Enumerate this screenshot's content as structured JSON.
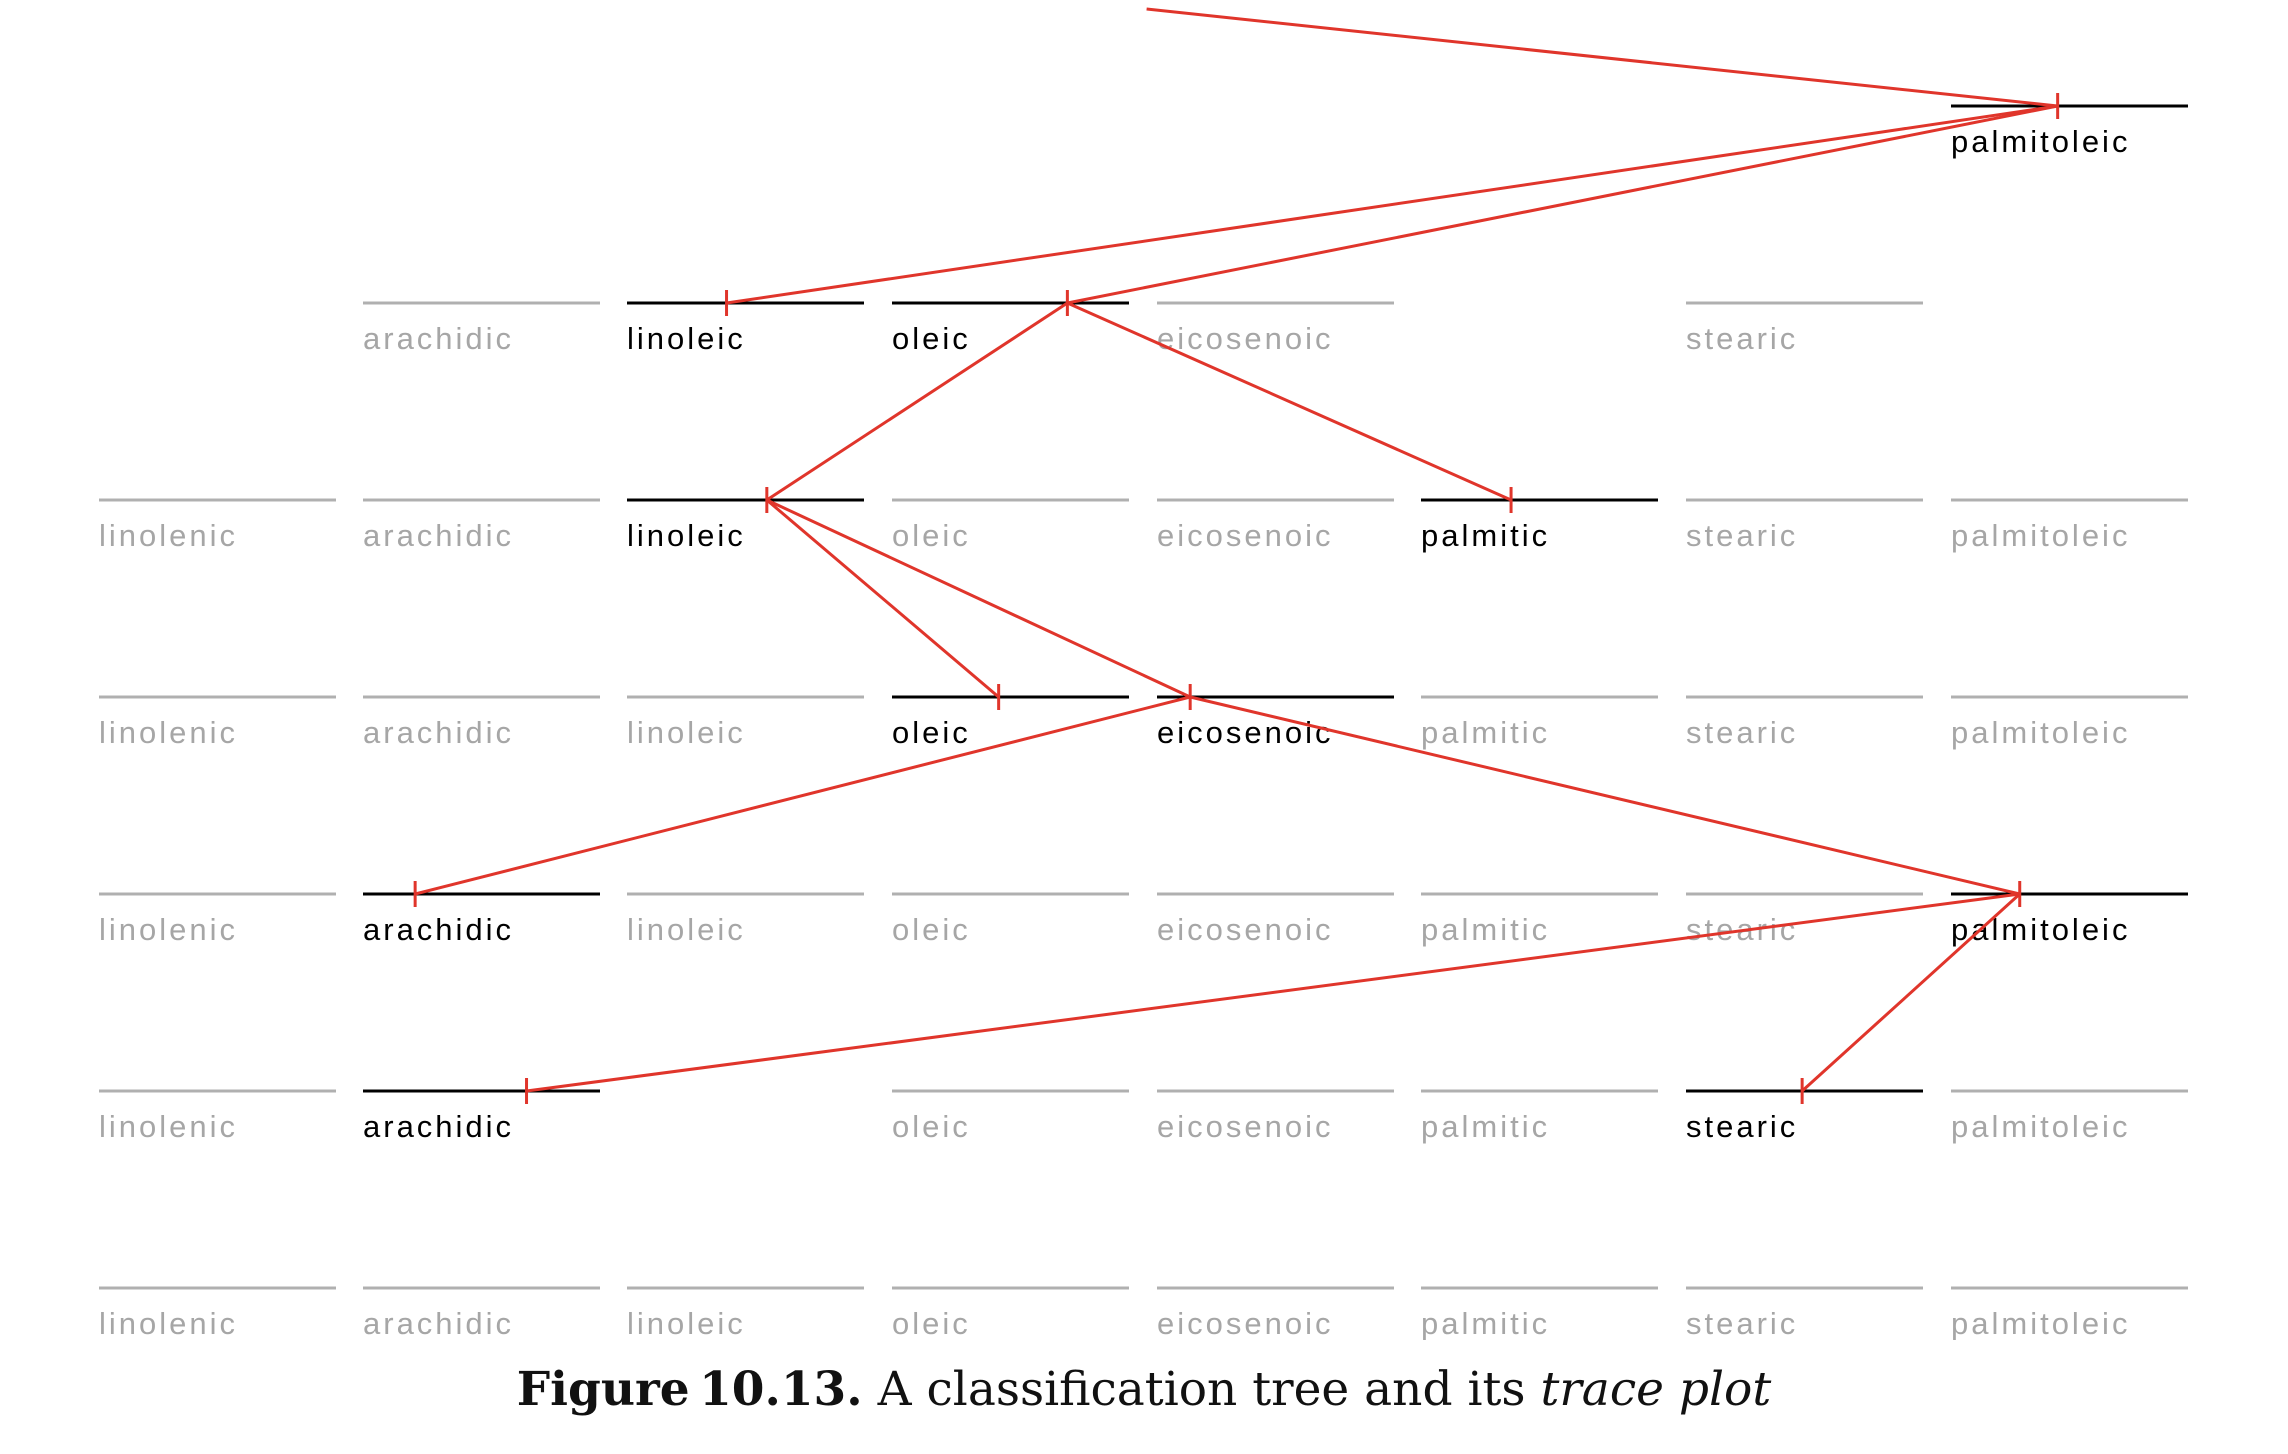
{
  "colors": {
    "trace": "#e0352b",
    "active_axis": "#000000",
    "inactive_axis": "#b0b0b0",
    "inactive_label": "#a6a6a6"
  },
  "variables": [
    "linolenic",
    "arachidic",
    "linoleic",
    "oleic",
    "eicosenoic",
    "palmitic",
    "stearic",
    "palmitoleic"
  ],
  "levels": [
    {
      "axes": [
        {
          "label": "palmitoleic",
          "active": true,
          "ticks": [
            0.45
          ]
        }
      ]
    },
    {
      "axes": [
        {
          "label": "arachidic",
          "active": false,
          "ticks": []
        },
        {
          "label": "linoleic",
          "active": true,
          "ticks": [
            0.42
          ]
        },
        {
          "label": "oleic",
          "active": true,
          "ticks": [
            0.74
          ]
        },
        {
          "label": "eicosenoic",
          "active": false,
          "ticks": []
        },
        {
          "label": "stearic",
          "active": false,
          "ticks": []
        }
      ]
    },
    {
      "axes": [
        {
          "label": "linolenic",
          "active": false,
          "ticks": []
        },
        {
          "label": "arachidic",
          "active": false,
          "ticks": []
        },
        {
          "label": "linoleic",
          "active": true,
          "ticks": [
            0.59
          ]
        },
        {
          "label": "oleic",
          "active": false,
          "ticks": []
        },
        {
          "label": "eicosenoic",
          "active": false,
          "ticks": []
        },
        {
          "label": "palmitic",
          "active": true,
          "ticks": [
            0.38
          ]
        },
        {
          "label": "stearic",
          "active": false,
          "ticks": []
        },
        {
          "label": "palmitoleic",
          "active": false,
          "ticks": []
        }
      ]
    },
    {
      "axes": [
        {
          "label": "linolenic",
          "active": false,
          "ticks": []
        },
        {
          "label": "arachidic",
          "active": false,
          "ticks": []
        },
        {
          "label": "linoleic",
          "active": false,
          "ticks": []
        },
        {
          "label": "oleic",
          "active": true,
          "ticks": [
            0.45
          ]
        },
        {
          "label": "eicosenoic",
          "active": true,
          "ticks": [
            0.14
          ]
        },
        {
          "label": "palmitic",
          "active": false,
          "ticks": []
        },
        {
          "label": "stearic",
          "active": false,
          "ticks": []
        },
        {
          "label": "palmitoleic",
          "active": false,
          "ticks": []
        }
      ]
    },
    {
      "axes": [
        {
          "label": "linolenic",
          "active": false,
          "ticks": []
        },
        {
          "label": "arachidic",
          "active": true,
          "ticks": [
            0.22
          ]
        },
        {
          "label": "linoleic",
          "active": false,
          "ticks": []
        },
        {
          "label": "oleic",
          "active": false,
          "ticks": []
        },
        {
          "label": "eicosenoic",
          "active": false,
          "ticks": []
        },
        {
          "label": "palmitic",
          "active": false,
          "ticks": []
        },
        {
          "label": "stearic",
          "active": false,
          "ticks": []
        },
        {
          "label": "palmitoleic",
          "active": true,
          "ticks": [
            0.29
          ]
        }
      ]
    },
    {
      "axes": [
        {
          "label": "linolenic",
          "active": false,
          "ticks": []
        },
        {
          "label": "arachidic",
          "active": true,
          "ticks": [
            0.69
          ]
        },
        {
          "label": "oleic",
          "active": false,
          "ticks": []
        },
        {
          "label": "eicosenoic",
          "active": false,
          "ticks": []
        },
        {
          "label": "palmitic",
          "active": false,
          "ticks": []
        },
        {
          "label": "stearic",
          "active": true,
          "ticks": [
            0.49
          ]
        },
        {
          "label": "palmitoleic",
          "active": false,
          "ticks": []
        }
      ]
    },
    {
      "axes": [
        {
          "label": "linolenic",
          "active": false,
          "ticks": []
        },
        {
          "label": "arachidic",
          "active": false,
          "ticks": []
        },
        {
          "label": "linoleic",
          "active": false,
          "ticks": []
        },
        {
          "label": "oleic",
          "active": false,
          "ticks": []
        },
        {
          "label": "eicosenoic",
          "active": false,
          "ticks": []
        },
        {
          "label": "palmitic",
          "active": false,
          "ticks": []
        },
        {
          "label": "stearic",
          "active": false,
          "ticks": []
        },
        {
          "label": "palmitoleic",
          "active": false,
          "ticks": []
        }
      ]
    }
  ],
  "edges": [
    {
      "from": [
        0,
        "palmitoleic"
      ],
      "to": [
        1,
        "linoleic"
      ]
    },
    {
      "from": [
        0,
        "palmitoleic"
      ],
      "to": [
        1,
        "oleic"
      ]
    },
    {
      "from": [
        1,
        "oleic"
      ],
      "to": [
        2,
        "linoleic"
      ]
    },
    {
      "from": [
        1,
        "oleic"
      ],
      "to": [
        2,
        "palmitic"
      ]
    },
    {
      "from": [
        2,
        "linoleic"
      ],
      "to": [
        3,
        "oleic"
      ]
    },
    {
      "from": [
        2,
        "linoleic"
      ],
      "to": [
        3,
        "eicosenoic"
      ]
    },
    {
      "from": [
        3,
        "eicosenoic"
      ],
      "to": [
        4,
        "arachidic"
      ]
    },
    {
      "from": [
        3,
        "eicosenoic"
      ],
      "to": [
        4,
        "palmitoleic"
      ]
    },
    {
      "from": [
        4,
        "palmitoleic"
      ],
      "to": [
        5,
        "arachidic"
      ]
    },
    {
      "from": [
        4,
        "palmitoleic"
      ],
      "to": [
        5,
        "stearic"
      ]
    }
  ],
  "incoming_edge": {
    "to": [
      0,
      "palmitoleic"
    ],
    "from_fraction": 0.455
  },
  "caption": {
    "number": "Figure 10.13.",
    "text": " A classification tree and its ",
    "emphasis": "trace plot"
  }
}
